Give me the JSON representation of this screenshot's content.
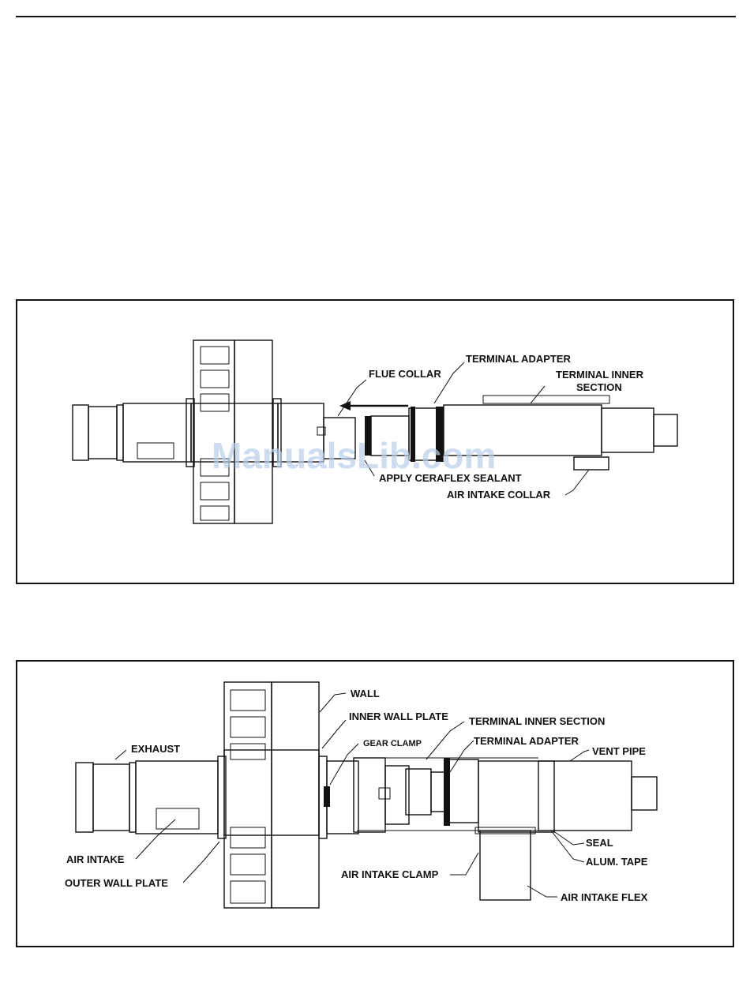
{
  "watermark": "ManualsLib.com",
  "figure1": {
    "labels": {
      "flue_collar": "FLUE COLLAR",
      "terminal_adapter": "TERMINAL ADAPTER",
      "terminal_inner_section_l1": "TERMINAL INNER",
      "terminal_inner_section_l2": "SECTION",
      "apply_ceraflex_sealant": "APPLY CERAFLEX SEALANT",
      "air_intake_collar": "AIR INTAKE COLLAR"
    }
  },
  "figure2": {
    "labels": {
      "wall": "WALL",
      "inner_wall_plate": "INNER WALL PLATE",
      "terminal_inner_section": "TERMINAL INNER SECTION",
      "gear_clamp": "GEAR CLAMP",
      "terminal_adapter": "TERMINAL ADAPTER",
      "exhaust": "EXHAUST",
      "vent_pipe": "VENT PIPE",
      "seal": "SEAL",
      "alum_tape": "ALUM. TAPE",
      "air_intake": "AIR INTAKE",
      "outer_wall_plate": "OUTER WALL PLATE",
      "air_intake_clamp": "AIR INTAKE CLAMP",
      "air_intake_flex": "AIR INTAKE FLEX"
    }
  }
}
